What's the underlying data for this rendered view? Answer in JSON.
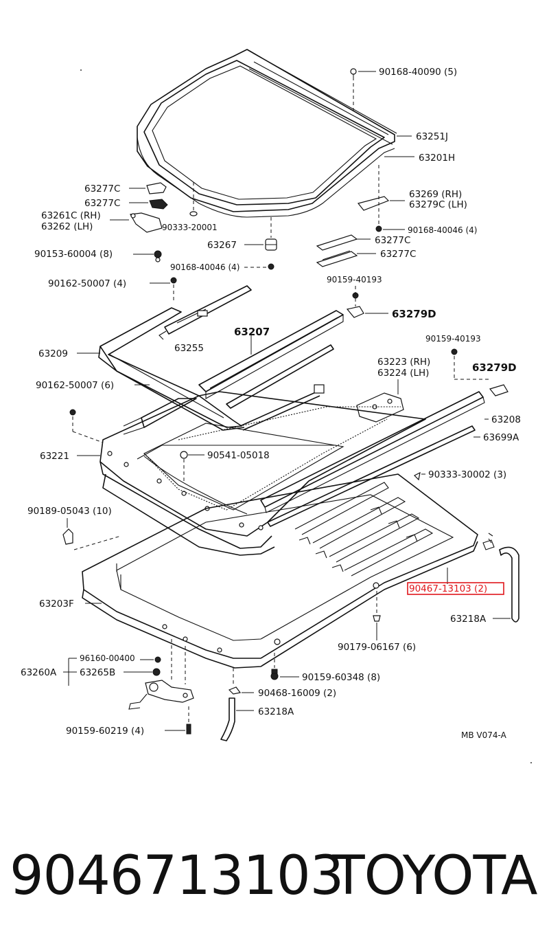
{
  "diagram": {
    "highlight_color": "#e0161b",
    "labels": {
      "p90168_40090": "90168-40090 (5)",
      "p63251J": "63251J",
      "p63201H": "63201H",
      "p63277C_a": "63277C",
      "p63277C_b": "63277C",
      "p63261C": "63261C (RH)",
      "p63262": "63262   (LH)",
      "p90333_20001": "90333-20001",
      "p63269": "63269   (RH)",
      "p63279C": "63279C (LH)",
      "p90168_40046_a": "90168-40046 (4)",
      "p63267": "63267",
      "p63277C_c": "63277C",
      "p63277C_d": "63277C",
      "p90153_60004": "90153-60004 (8)",
      "p90168_40046_b": "90168-40046 (4)",
      "p90159_40193_a": "90159-40193",
      "p90162_50007_a": "90162-50007 (4)",
      "p63279D_a": "63279D",
      "p63207": "63207",
      "p63255": "63255",
      "p63209": "63209",
      "p90159_40193_b": "90159-40193",
      "p63223": "63223 (RH)",
      "p63224": "63224 (LH)",
      "p63279D_b": "63279D",
      "p90162_50007_b": "90162-50007 (6)",
      "p63208": "63208",
      "p63699A": "63699A",
      "p63221": "63221",
      "p90541_05018": "90541-05018",
      "p90333_30002": "90333-30002 (3)",
      "p90189_05043": "90189-05043 (10)",
      "p90467_13103": "90467-13103 (2)",
      "p63203F": "63203F",
      "p63218A_a": "63218A",
      "p90179_06167": "90179-06167 (6)",
      "p96160_00400": "96160-00400",
      "p63260A": "63260A",
      "p63265B": "63265B",
      "p90159_60348": "90159-60348 (8)",
      "p90468_16009": "90468-16009 (2)",
      "p63218A_b": "63218A",
      "p90159_60219": "90159-60219 (4)",
      "code": "MB  V074-A"
    }
  },
  "footer": {
    "part_number": "9046713103",
    "brand": "TOYOTA"
  }
}
